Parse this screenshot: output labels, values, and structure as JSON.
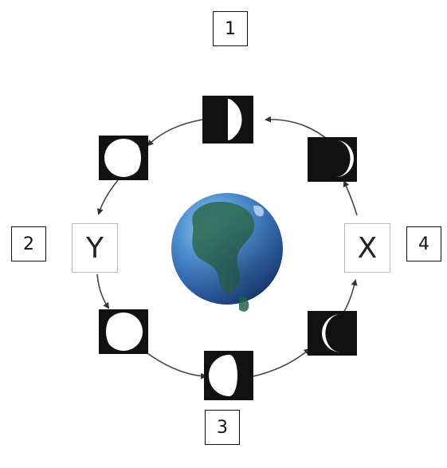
{
  "labels": {
    "pos1": "1",
    "pos2": "2",
    "pos3": "3",
    "pos4": "4",
    "moonX": "X",
    "moonY": "Y"
  },
  "phases": [
    {
      "id": "top",
      "phase": "first-quarter"
    },
    {
      "id": "upper-left",
      "phase": "waxing-gibbous"
    },
    {
      "id": "lower-left",
      "phase": "waning-gibbous"
    },
    {
      "id": "bottom",
      "phase": "last-quarter"
    },
    {
      "id": "lower-right",
      "phase": "waning-crescent"
    },
    {
      "id": "upper-right",
      "phase": "waxing-crescent"
    }
  ],
  "colors": {
    "moon_dark": "#111111",
    "moon_lit": "#ffffff",
    "orbit": "#444444",
    "earth_ocean": "#3f7fc4",
    "earth_land": "#2f6d57"
  }
}
